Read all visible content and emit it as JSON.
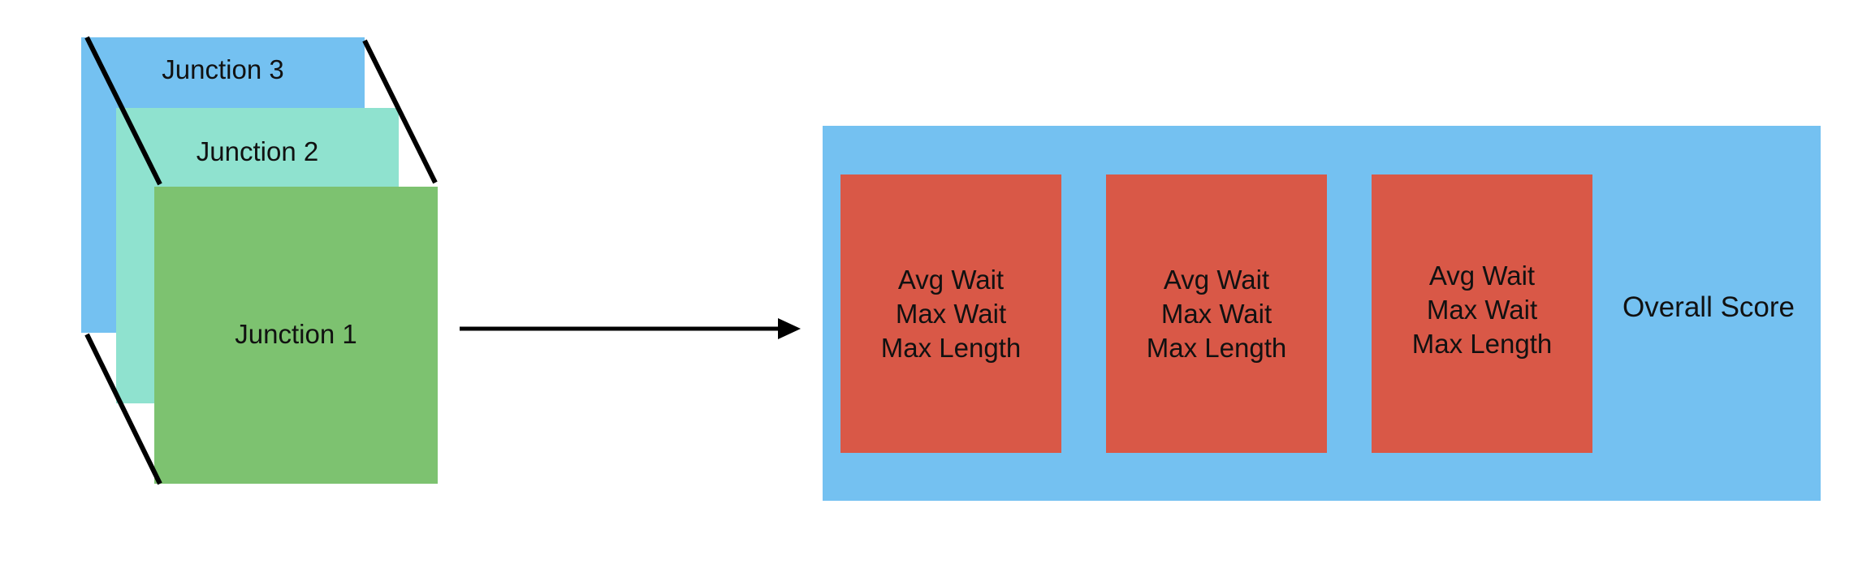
{
  "colors": {
    "junction_3": "#74c1f1",
    "junction_2": "#8fe2cf",
    "junction_1": "#7dc270",
    "scorecard_background": "#74c1f1",
    "metric_box": "#d95847",
    "lines": "#000000"
  },
  "junctions": [
    {
      "label": "Junction 3"
    },
    {
      "label": "Junction 2"
    },
    {
      "label": "Junction 1"
    }
  ],
  "metric_boxes": [
    {
      "lines": [
        "Avg Wait",
        "Max Wait",
        "Max Length"
      ]
    },
    {
      "lines": [
        "Avg Wait",
        "Max Wait",
        "Max Length"
      ]
    },
    {
      "lines": [
        "Avg Wait",
        "Max Wait",
        "Max Length"
      ]
    }
  ],
  "overall_score_label": "Overall Score"
}
